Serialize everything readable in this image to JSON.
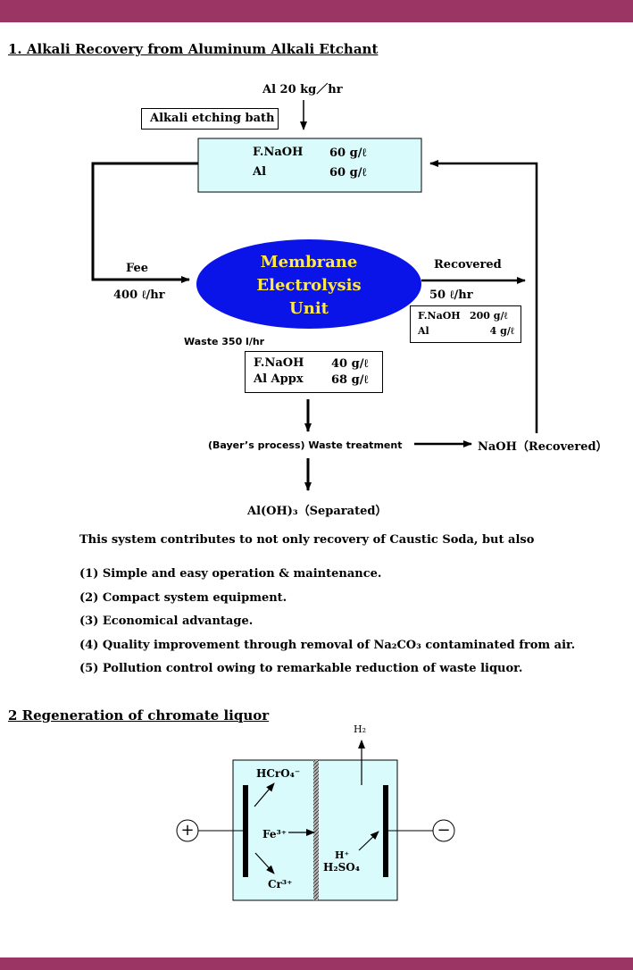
{
  "colors": {
    "bar": "#9b3564",
    "ellipse": "#0a14e8",
    "ellipse_text": "#ffe84a",
    "bath_fill": "#d9fbfc",
    "cell_fill": "#d9fbfc"
  },
  "section1": {
    "title": "1. Alkali Recovery from Aluminum Alkali Etchant",
    "al_input": "Al 20 kg／hr",
    "bath_label": "Alkali etching bath",
    "bath": {
      "r1_name": "F.NaOH",
      "r1_val": "60 g/ℓ",
      "r2_name": "Al",
      "r2_val": "60 g/ℓ"
    },
    "unit_lines": [
      "Membrane",
      "Electrolysis",
      "Unit"
    ],
    "fee_label": "Fee",
    "fee_rate": "400 ℓ/hr",
    "recovered_label": "Recovered",
    "recovered_rate": "50 ℓ/hr",
    "recovered_box": {
      "r1_name": "F.NaOH",
      "r1_val": "200 g/ℓ",
      "r2_name": "Al",
      "r2_val": "4 g/ℓ"
    },
    "waste_label": "Waste  350 l/hr",
    "waste_box": {
      "r1_name": "F.NaOH",
      "r1_val": "40 g/ℓ",
      "r2_name": "Al Appx",
      "r2_val": "68 g/ℓ"
    },
    "waste_treatment": "(Bayer’s process)  Waste treatment",
    "naoh_recovered": "NaOH（Recovered）",
    "aloh_separated": "Al(OH)₃（Separated）",
    "intro": "This system contributes to not only recovery of Caustic Soda, but also",
    "benefits": [
      "(1)  Simple and easy operation & maintenance.",
      "(2)  Compact system equipment.",
      "(3)  Economical advantage.",
      "(4)  Quality improvement through removal of Na₂CO₃ contaminated from air.",
      "(5)  Pollution control owing to remarkable reduction of waste liquor."
    ]
  },
  "section2": {
    "title": "2 Regeneration of chromate liquor",
    "h2": "H₂",
    "hcro4": "HCrO₄⁻",
    "fe3": "Fe³⁺",
    "cr3": "Cr³⁺",
    "hplus": "H⁺",
    "h2so4": "H₂SO₄",
    "plus_sign": "+",
    "minus_sign": "−"
  }
}
